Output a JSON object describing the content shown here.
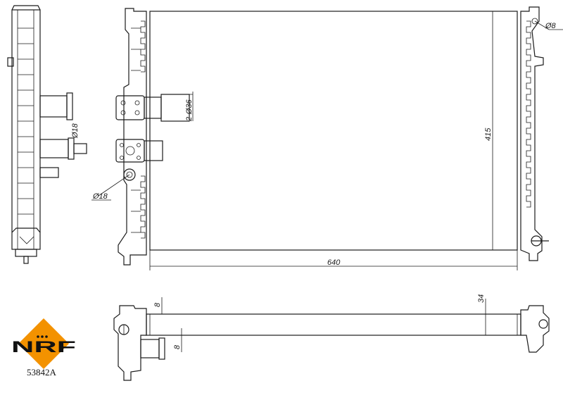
{
  "dimensions": {
    "width": "640",
    "height": "415",
    "depth": "34",
    "port_diameter_side": "Ø18",
    "port_diameter_left": "Ø18",
    "port_diameter_top_right": "Ø8",
    "outlet_diameter": "2-Ø36",
    "tank_offset_top": "8",
    "tank_offset_bottom": "8"
  },
  "brand": {
    "logo_text": "NRF",
    "accent_color": "#f39200"
  },
  "part_number": "53842A"
}
